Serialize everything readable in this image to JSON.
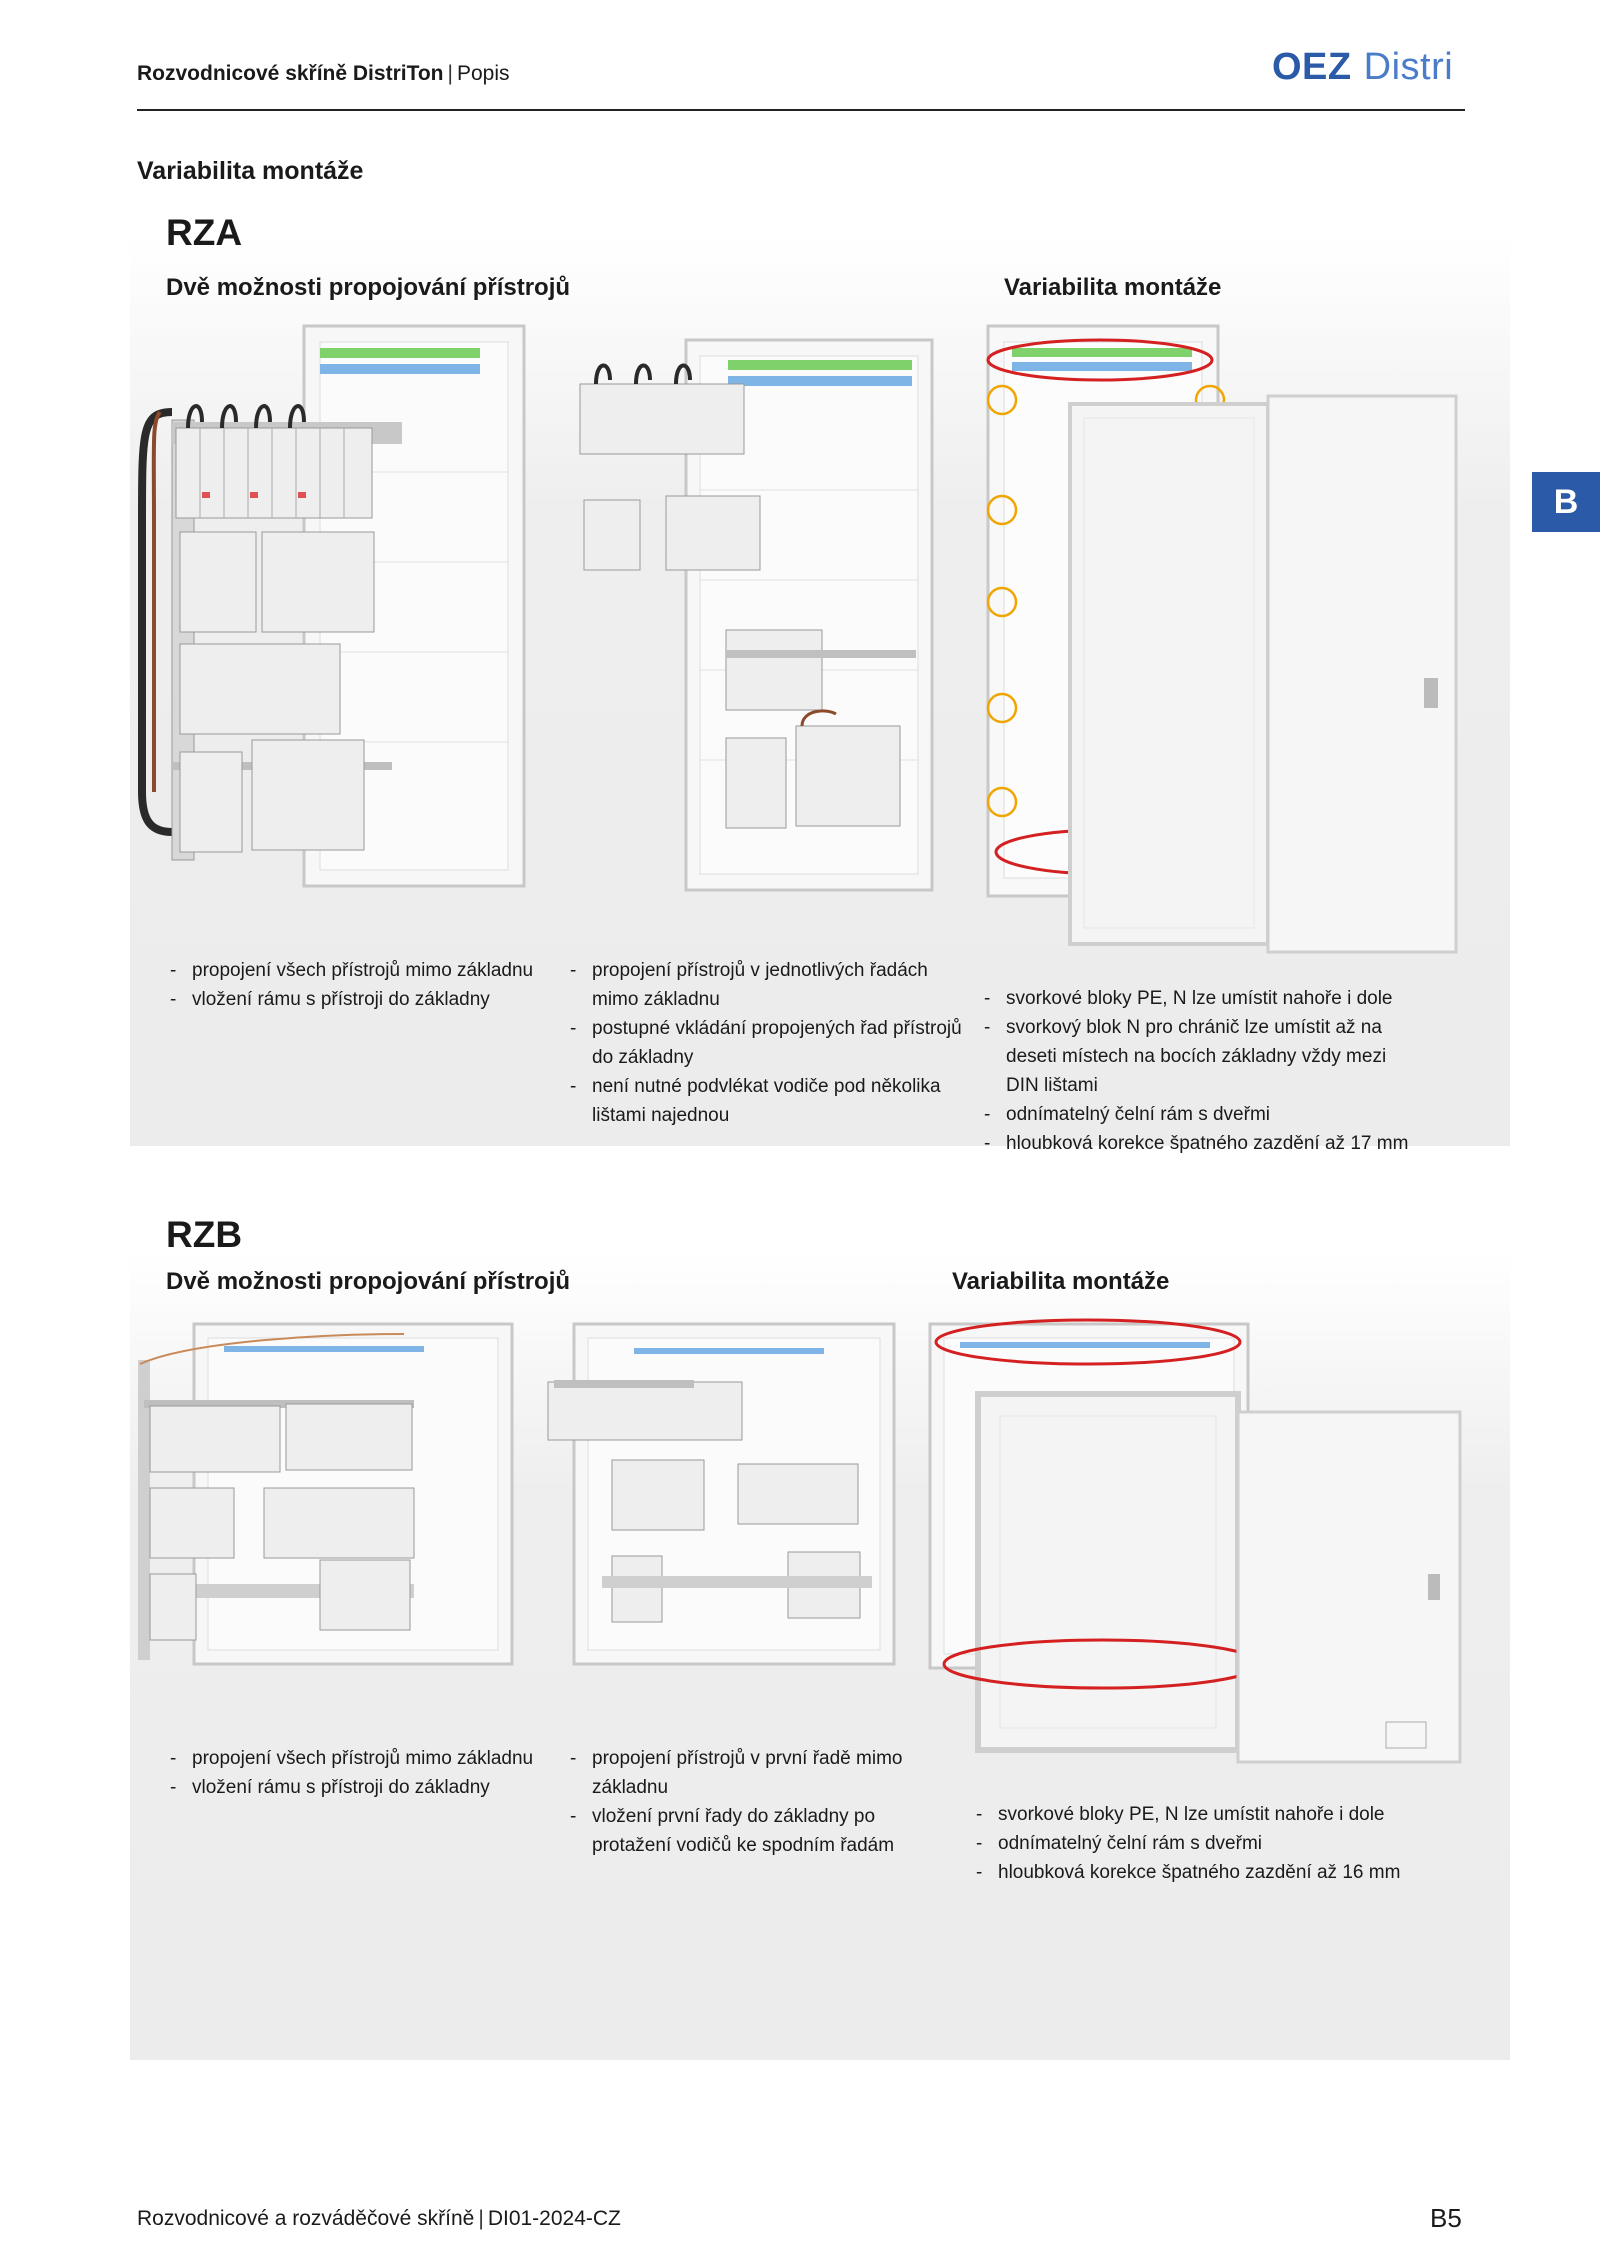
{
  "header": {
    "title_bold": "Rozvodnicové skříně DistriTon",
    "title_sep": "|",
    "title_rest": "Popis",
    "logo_brand": "OEZ",
    "logo_product": "Distri"
  },
  "tab": {
    "label": "B"
  },
  "page_heading": "Variabilita montáže",
  "rza": {
    "title": "RZA",
    "left_heading": "Dvě možnosti propojování  přístrojů",
    "right_heading": "Variabilita montáže",
    "col1": [
      "propojení všech přístrojů mimo základnu",
      "vložení rámu s přístroji do základny"
    ],
    "col2": [
      "propojení přístrojů v jednotlivých řadách mimo základnu",
      "postupné vkládání propojených řad přístrojů do základny",
      "není nutné podvlékat vodiče pod několika lištami najednou"
    ],
    "col3": [
      "svorkové bloky PE, N lze umístit nahoře i dole",
      "svorkový blok N pro chránič lze umístit až na deseti místech na bocích základny vždy mezi DIN lištami",
      "odnímatelný čelní rám s dveřmi",
      "hloubková korekce špatného zazdění až 17 mm"
    ]
  },
  "rzb": {
    "title": "RZB",
    "left_heading": "Dvě možnosti propojování přístrojů",
    "right_heading": "Variabilita montáže",
    "col1": [
      "propojení všech přístrojů mimo základnu",
      "vložení rámu s přístroji do základny"
    ],
    "col2": [
      "propojení přístrojů v první řadě mimo základnu",
      "vložení první řady do základny po protažení vodičů ke spodním řadám"
    ],
    "col3": [
      "svorkové bloky PE, N lze umístit nahoře i dole",
      "odnímatelný čelní rám s dveřmi",
      "hloubková korekce špatného zazdění až 16 mm"
    ]
  },
  "footer": {
    "left_main": "Rozvodnicové a rozváděčové skříně",
    "left_sep": "|",
    "left_code": "DI01-2024-CZ",
    "page": "B5"
  },
  "colors": {
    "brand_blue": "#2b5aa8",
    "highlight_red": "#d42020",
    "highlight_orange": "#f0a500"
  }
}
